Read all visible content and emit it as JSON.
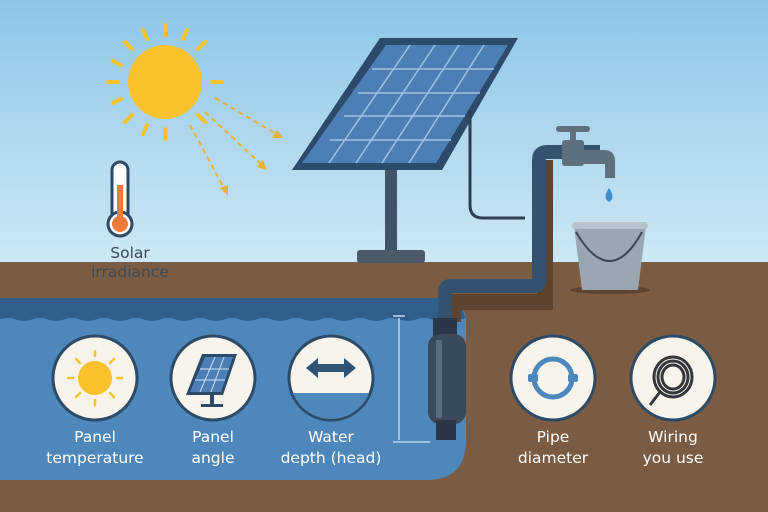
{
  "title_area": {
    "irradiance": [
      "Solar",
      "irradiance"
    ]
  },
  "factors": [
    {
      "icon": "sun-icon",
      "lines": [
        "Panel",
        "temperature"
      ]
    },
    {
      "icon": "solar-panel-icon",
      "lines": [
        "Panel",
        "angle"
      ]
    },
    {
      "icon": "depth-arrow-icon",
      "lines": [
        "Water",
        "depth (head)"
      ]
    },
    {
      "icon": "pipe-ring-icon",
      "lines": [
        "Pipe",
        "diameter"
      ]
    },
    {
      "icon": "wire-coil-icon",
      "lines": [
        "Wiring",
        "you use"
      ]
    }
  ],
  "colors": {
    "sky_top": "#8ec6e8",
    "sky_bottom": "#cde8f4",
    "ground": "#7b5b41",
    "water": "#4d87bc",
    "water_dark": "#2e5e89",
    "sun": "#fbc22e",
    "circle_fill": "#f8f4ec",
    "circle_stroke": "#2d4a66"
  }
}
